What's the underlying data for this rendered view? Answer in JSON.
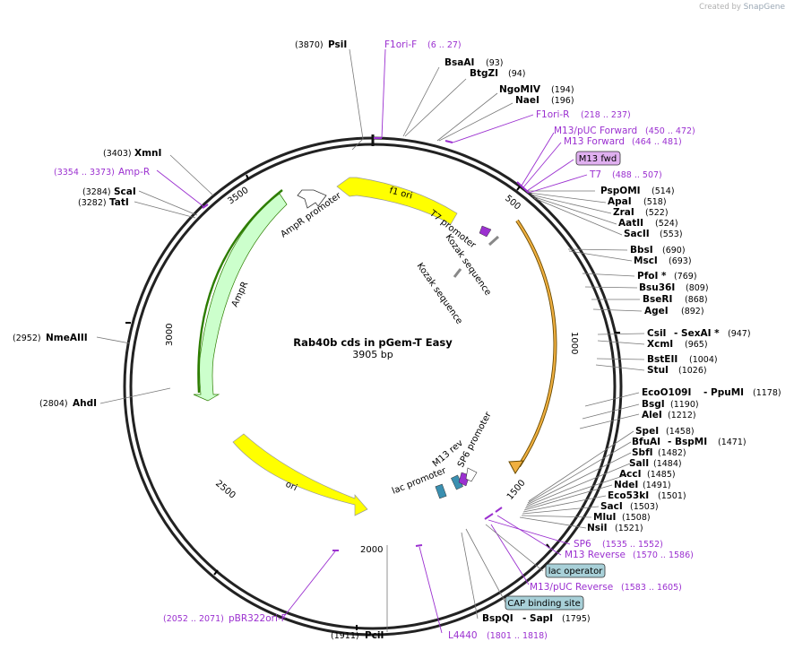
{
  "watermark": {
    "prefix": "Created by",
    "brand": "SnapGene"
  },
  "plasmid": {
    "name": "Rab40b cds in pGem-T Easy",
    "length": "3905 bp"
  },
  "ticks": [
    "500",
    "1000",
    "1500",
    "2000",
    "2500",
    "3000",
    "3500"
  ],
  "enzymes_right": [
    {
      "name": "BsaAI",
      "pos": "(93)"
    },
    {
      "name": "BtgZI",
      "pos": "(94)"
    },
    {
      "name": "NgoMIV",
      "pos": "(194)"
    },
    {
      "name": "NaeI",
      "pos": "(196)"
    },
    {
      "name": "PspOMI",
      "pos": "(514)"
    },
    {
      "name": "ApaI",
      "pos": "(518)"
    },
    {
      "name": "ZraI",
      "pos": "(522)"
    },
    {
      "name": "AatII",
      "pos": "(524)"
    },
    {
      "name": "SacII",
      "pos": "(553)"
    },
    {
      "name": "BbsI",
      "pos": "(690)"
    },
    {
      "name": "MscI",
      "pos": "(693)"
    },
    {
      "name": "PfoI *",
      "pos": "(769)"
    },
    {
      "name": "Bsu36I",
      "pos": "(809)"
    },
    {
      "name": "BseRI",
      "pos": "(868)"
    },
    {
      "name": "AgeI",
      "pos": "(892)"
    },
    {
      "name": "CsiI",
      "pos": ""
    },
    {
      "name": "XcmI",
      "pos": "(965)"
    },
    {
      "name": "BstEII",
      "pos": "(1004)"
    },
    {
      "name": "StuI",
      "pos": "(1026)"
    },
    {
      "name": "EcoO109I",
      "pos": ""
    },
    {
      "name": "BsgI",
      "pos": "(1190)"
    },
    {
      "name": "AleI",
      "pos": "(1212)"
    },
    {
      "name": "SpeI",
      "pos": "(1458)"
    },
    {
      "name": "BfuAI",
      "pos": ""
    },
    {
      "name": "SbfI",
      "pos": "(1482)"
    },
    {
      "name": "SalI",
      "pos": "(1484)"
    },
    {
      "name": "AccI",
      "pos": "(1485)"
    },
    {
      "name": "NdeI",
      "pos": "(1491)"
    },
    {
      "name": "Eco53kI",
      "pos": "(1501)"
    },
    {
      "name": "SacI",
      "pos": "(1503)"
    },
    {
      "name": "MluI",
      "pos": "(1508)"
    },
    {
      "name": "NsiI",
      "pos": "(1521)"
    }
  ],
  "enzyme_pairs": {
    "csi_partner": "- SexAI *",
    "csi_pos": "(947)",
    "eco_partner": "- PpuMI",
    "eco_pos": "(1178)",
    "bfu_partner": "- BspMI",
    "bfu_pos": "(1471)",
    "bspqi": "BspQI",
    "sapi": "- SapI",
    "bspqi_pos": "(1795)"
  },
  "enzymes_left": [
    {
      "name": "PsiI",
      "pos": "(3870)"
    },
    {
      "name": "XmnI",
      "pos": "(3403)"
    },
    {
      "name": "ScaI",
      "pos": "(3284)"
    },
    {
      "name": "TatI",
      "pos": "(3282)"
    },
    {
      "name": "NmeAIII",
      "pos": "(2952)"
    },
    {
      "name": "AhdI",
      "pos": "(2804)"
    },
    {
      "name": "PciI",
      "pos": "(1911)"
    }
  ],
  "primers": [
    {
      "name": "F1ori-F",
      "pos": "(6 .. 27)"
    },
    {
      "name": "F1ori-R",
      "pos": "(218 .. 237)"
    },
    {
      "name": "M13/pUC Forward",
      "pos": "(450 .. 472)"
    },
    {
      "name": "M13 Forward",
      "pos": "(464 .. 481)"
    },
    {
      "name": "T7",
      "pos": "(488 .. 507)"
    },
    {
      "name": "SP6",
      "pos": "(1535 .. 1552)"
    },
    {
      "name": "M13 Reverse",
      "pos": "(1570 .. 1586)"
    },
    {
      "name": "M13/pUC Reverse",
      "pos": "(1583 .. 1605)"
    },
    {
      "name": "L4440",
      "pos": "(1801 .. 1818)"
    },
    {
      "name": "pBR322ori-F",
      "pos": "(2052 .. 2071)"
    },
    {
      "name": "Amp-R",
      "pos": "(3354 .. 3373)"
    }
  ],
  "boxed": [
    "M13 fwd",
    "lac operator",
    "CAP binding site"
  ],
  "features": {
    "f1_ori": "f1 ori",
    "ori": "ori",
    "ampr": "AmpR",
    "ampr_promoter": "AmpR promoter",
    "t7_promoter": "T7 promoter",
    "kozak1": "Kozak sequence",
    "kozak2": "Kozak sequence",
    "m13_rev": "M13 rev",
    "sp6_promoter": "SP6 promoter",
    "lac_promoter": "lac promoter"
  },
  "colors": {
    "primer": "#9b30d0",
    "f1ori": "#ffff00",
    "ampr_fill": "#ccffcc",
    "ampr_dark": "#2d7d00",
    "insert": "#f0b040",
    "box_purple": "#e0b0f0",
    "box_teal": "#a8d0d8"
  }
}
